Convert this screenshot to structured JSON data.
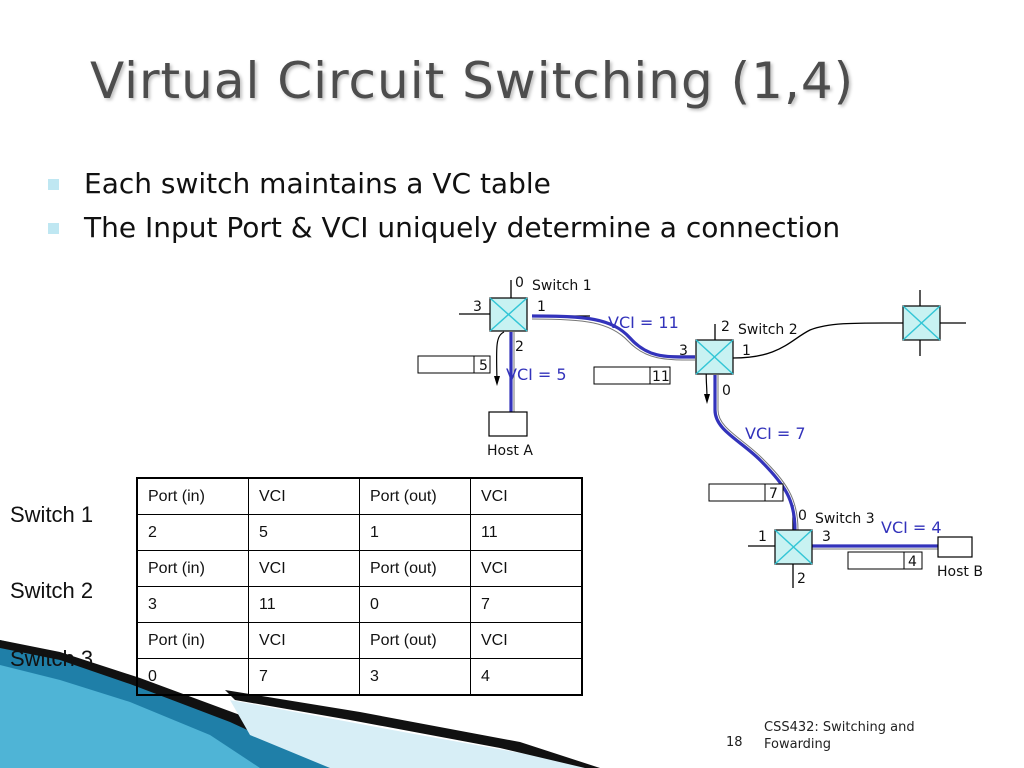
{
  "slide": {
    "title": "Virtual Circuit Switching (1,4)",
    "bullets": [
      "Each switch maintains a VC table",
      "The Input Port & VCI uniquely determine a connection"
    ],
    "page_number": "18",
    "footer_line1": "CSS432: Switching and",
    "footer_line2": "Fowarding"
  },
  "table": {
    "row_labels": [
      "Switch 1",
      "Switch 2",
      "Switch 3"
    ],
    "rows": [
      [
        "Port (in)",
        "VCI",
        "Port (out)",
        "VCI"
      ],
      [
        "2",
        "5",
        "1",
        "11"
      ],
      [
        "Port (in)",
        "VCI",
        "Port (out)",
        "VCI"
      ],
      [
        "3",
        "11",
        "0",
        "7"
      ],
      [
        "Port (in)",
        "VCI",
        "Port (out)",
        "VCI"
      ],
      [
        "0",
        "7",
        "3",
        "4"
      ]
    ]
  },
  "diagram": {
    "switch1": {
      "name": "Switch 1",
      "ports": [
        "0",
        "1",
        "2",
        "3"
      ]
    },
    "switch2": {
      "name": "Switch 2",
      "ports": [
        "2",
        "1",
        "3",
        "0"
      ]
    },
    "switch3": {
      "name": "Switch 3",
      "ports": [
        "0",
        "1",
        "3",
        "2"
      ]
    },
    "host_a": "Host A",
    "host_b": "Host B",
    "vci_labels": [
      "VCI = 11",
      "VCI = 5",
      "VCI = 7",
      "VCI = 4"
    ],
    "packet_vcis": [
      "5",
      "11",
      "7",
      "4"
    ]
  },
  "colors": {
    "path": "#3333bb",
    "switch_fill": "#c8f2f2",
    "switch_x": "#33c6d6",
    "accent": "#bfe7f2"
  }
}
